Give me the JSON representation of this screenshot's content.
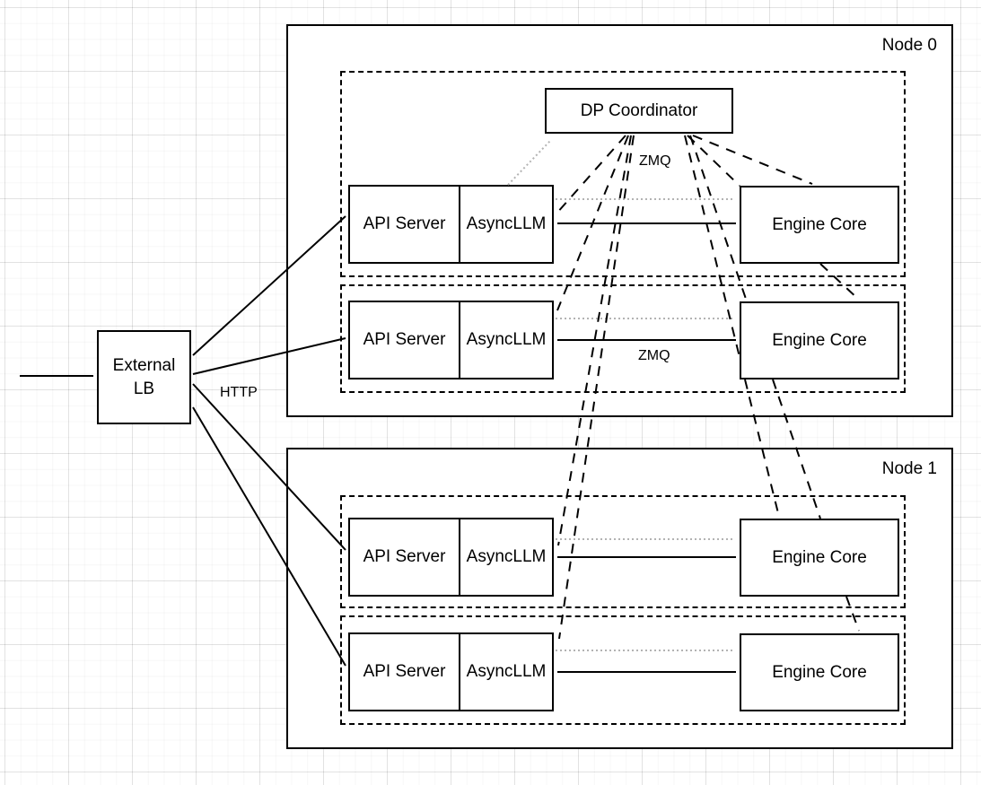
{
  "diagram": {
    "nodes": {
      "node0_label": "Node 0",
      "node1_label": "Node 1"
    },
    "external_lb": {
      "line1": "External",
      "line2": "LB"
    },
    "coordinator_label": "DP Coordinator",
    "box_labels": {
      "api_server": "API Server",
      "async_llm": "AsyncLLM",
      "engine_core": "Engine Core"
    },
    "edge_labels": {
      "http": "HTTP",
      "zmq_coordinator": "ZMQ",
      "zmq_row": "ZMQ"
    },
    "colors": {
      "stroke": "#000000",
      "gray_arrow": "#b3b3b3",
      "fill": "#ffffff"
    }
  }
}
